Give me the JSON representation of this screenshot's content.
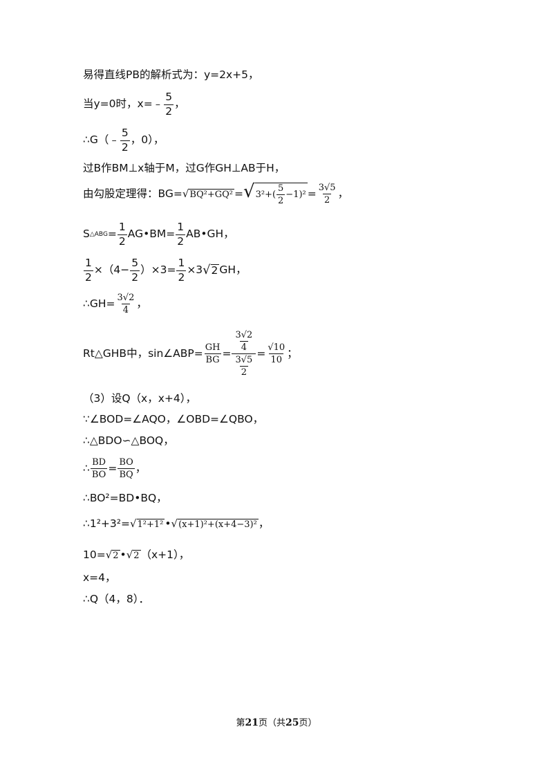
{
  "lines": {
    "l1": "易得直线PB的解析式为：y=2x+5，",
    "l2_pre": "当y=0时，x=﹣",
    "l2_num": "5",
    "l2_den": "2",
    "l2_post": "，",
    "l3_pre": "∴G（﹣",
    "l3_num": "5",
    "l3_den": "2",
    "l3_post": "，0），",
    "l4": "过B作BM⊥x轴于M，过G作GH⊥AB于H，",
    "l5_pre": "由勾股定理得：BG=",
    "l5_rad1": "BQ²+GQ²",
    "l5_eq": "=",
    "l5_rad2_a": "3²+(",
    "l5_rad2_num": "5",
    "l5_rad2_den": "2",
    "l5_rad2_b": "−1)²",
    "l5_eq2": "=",
    "l5_res_num": "3√5",
    "l5_res_den": "2",
    "l5_post": "，",
    "l6_s": "S",
    "l6_sub": "△ABG",
    "l6_eq": "=",
    "l6_f1_num": "1",
    "l6_f1_den": "2",
    "l6_mid": "AG•BM=",
    "l6_f2_num": "1",
    "l6_f2_den": "2",
    "l6_post": "AB•GH，",
    "l7_f1_num": "1",
    "l7_f1_den": "2",
    "l7_a": "×（4−",
    "l7_f2_num": "5",
    "l7_f2_den": "2",
    "l7_b": "）×3=",
    "l7_f3_num": "1",
    "l7_f3_den": "2",
    "l7_c": "×3",
    "l7_rad": "2",
    "l7_post": "GH，",
    "l8_pre": "∴GH=",
    "l8_num": "3√2",
    "l8_den": "4",
    "l8_post": "，",
    "l9_pre": "Rt△GHB中，sin∠ABP=",
    "l9_f1_num": "GH",
    "l9_f1_den": "BG",
    "l9_eq": "=",
    "l9_f2_num_num": "3√2",
    "l9_f2_num_den": "4",
    "l9_f2_den_num": "3√5",
    "l9_f2_den_den": "2",
    "l9_eq2": "=",
    "l9_f3_num": "√10",
    "l9_f3_den": "10",
    "l9_post": "；",
    "l10": "（3）设Q（x，x+4），",
    "l11": "∵∠BOD=∠AQO，∠OBD=∠QBO，",
    "l12": "∴△BDO∽△BOQ，",
    "l13_pre": "∴",
    "l13_f1_num": "BD",
    "l13_f1_den": "BO",
    "l13_eq": "=",
    "l13_f2_num": "BO",
    "l13_f2_den": "BQ",
    "l13_post": "，",
    "l14": "∴BO²=BD•BQ，",
    "l15_pre": "∴1²+3²=",
    "l15_rad1": "1²+1²",
    "l15_dot": "•",
    "l15_rad2": "(x+1)²+(x+4−3)²",
    "l15_post": "，",
    "l16_pre": "10=",
    "l16_rad1": "2",
    "l16_dot": "•",
    "l16_rad2": "2",
    "l16_post": "（x+1），",
    "l17": "x=4，",
    "l18": "∴Q（4，8）．"
  },
  "footer": {
    "a": "第",
    "page": "21",
    "b": "页（共",
    "total": "25",
    "c": "页）"
  }
}
